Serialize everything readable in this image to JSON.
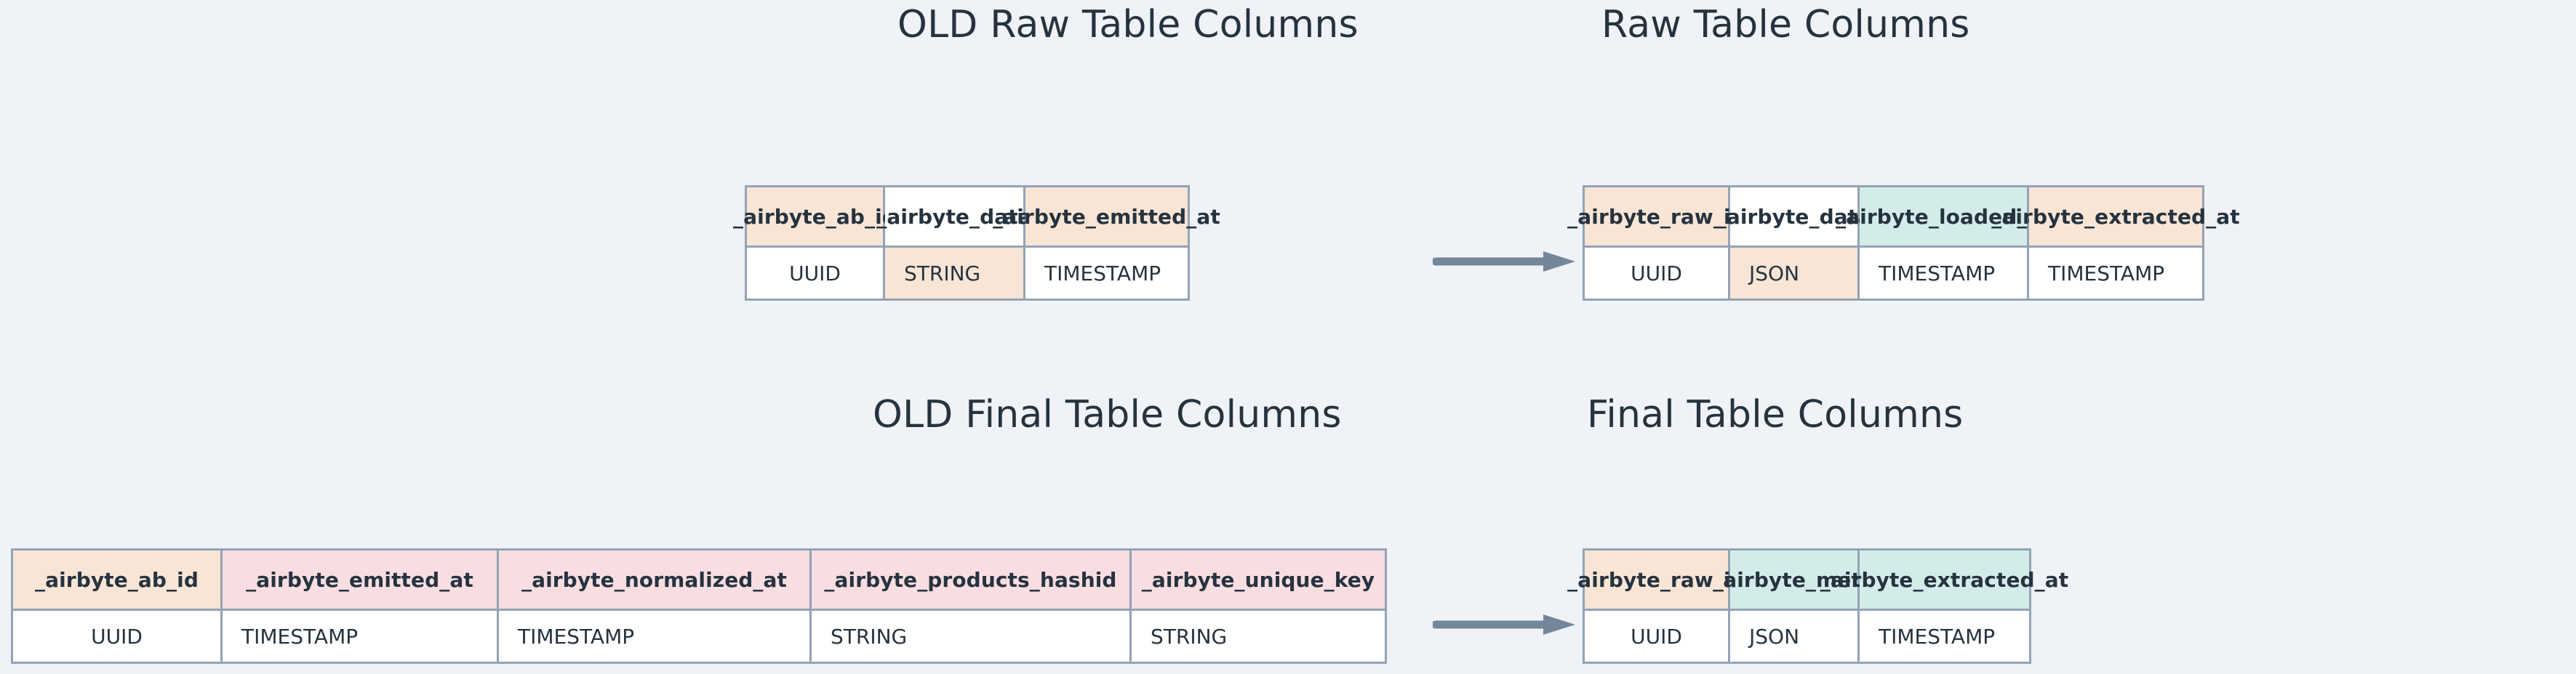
{
  "page": {
    "background_color": "#eff2f6",
    "text_color": "#26333f",
    "border_color": "#93a3b4",
    "accent_peach": "#f8e5d6",
    "accent_pink": "#f8dde1",
    "accent_teal": "#d3ece9",
    "arrow_color": "#74869a"
  },
  "titles": {
    "old_raw": "OLD Raw Table Columns",
    "new_raw": "Raw Table Columns",
    "old_final": "OLD Final Table Columns",
    "new_final": "Final Table Columns"
  },
  "tables": {
    "old_raw": {
      "title": "OLD Raw Table Columns",
      "columns": [
        {
          "name": "_airbyte_ab_id",
          "type": "UUID",
          "header_fill": "peach",
          "type_fill": "white"
        },
        {
          "name": "_airbyte_data",
          "type": "STRING",
          "header_fill": "white",
          "type_fill": "peach"
        },
        {
          "name": "_airbyte_emitted_at",
          "type": "TIMESTAMP",
          "header_fill": "peach",
          "type_fill": "white"
        }
      ]
    },
    "new_raw": {
      "title": "Raw Table Columns",
      "columns": [
        {
          "name": "_airbyte_raw_id",
          "type": "UUID",
          "header_fill": "peach",
          "type_fill": "white"
        },
        {
          "name": "_airbyte_data",
          "type": "JSON",
          "header_fill": "white",
          "type_fill": "peach"
        },
        {
          "name": "_airbyte_loaded_at",
          "type": "TIMESTAMP",
          "header_fill": "teal",
          "type_fill": "white"
        },
        {
          "name": "_airbyte_extracted_at",
          "type": "TIMESTAMP",
          "header_fill": "peach",
          "type_fill": "white"
        }
      ]
    },
    "old_final": {
      "title": "OLD Final Table Columns",
      "columns": [
        {
          "name": "_airbyte_ab_id",
          "type": "UUID",
          "header_fill": "peach",
          "type_fill": "white"
        },
        {
          "name": "_airbyte_emitted_at",
          "type": "TIMESTAMP",
          "header_fill": "pink",
          "type_fill": "white"
        },
        {
          "name": "_airbyte_normalized_at",
          "type": "TIMESTAMP",
          "header_fill": "pink",
          "type_fill": "white"
        },
        {
          "name": "_airbyte_products_hashid",
          "type": "STRING",
          "header_fill": "pink",
          "type_fill": "white"
        },
        {
          "name": "_airbyte_unique_key",
          "type": "STRING",
          "header_fill": "pink",
          "type_fill": "white"
        }
      ]
    },
    "new_final": {
      "title": "Final Table Columns",
      "columns": [
        {
          "name": "_airbyte_raw_id",
          "type": "UUID",
          "header_fill": "peach",
          "type_fill": "white"
        },
        {
          "name": "_airbyte_meta",
          "type": "JSON",
          "header_fill": "teal",
          "type_fill": "white"
        },
        {
          "name": "_airbyte_extracted_at",
          "type": "TIMESTAMP",
          "header_fill": "teal",
          "type_fill": "white"
        }
      ]
    }
  },
  "arrows": [
    {
      "name": "raw-transition-arrow",
      "from": "old_raw",
      "to": "new_raw"
    },
    {
      "name": "final-transition-arrow",
      "from": "old_final",
      "to": "new_final"
    }
  ]
}
